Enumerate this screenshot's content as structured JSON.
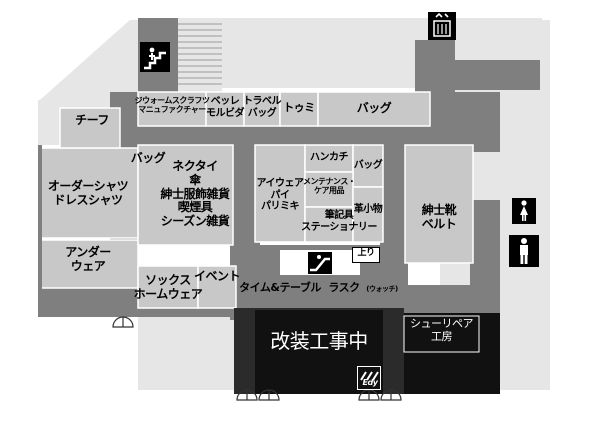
{
  "map": {
    "shops": {
      "chief": "チーフ",
      "order_shirts": "オーダーシャツ\nドレスシャツ",
      "underwear": "アンダー\nウェア",
      "socks": "ソックス\nホームウェア",
      "event": "イベント",
      "jewelry": "ジウォームスクラフツ\nマニュファクチャー",
      "bessel": "ベッレ\nモルビダ",
      "travel": "トラベル\nバッグ",
      "tumi": "トゥミ",
      "bag_top": "バッグ",
      "bag_left": "バッグ",
      "necktie": "ネクタイ\n傘\n紳士服飾雑貨\n喫煙具\nシーズン雑貨",
      "eyewear": "アイウェア\nパイ\nパリミキ",
      "handkerchief": "ハンカチ",
      "bag_small": "バッグ",
      "maintenance": "メンテナンス・\nケア用品",
      "stationery": "筆記具\nステーショナリー",
      "leather": "革小物",
      "shoes_belt": "紳士靴\nベルト",
      "time_table": "タイム&テーブル",
      "lasuku": "ラスク",
      "lasuku_sub": "(ウォッチ)",
      "renovation": "改装工事中",
      "shoe_repair": "シューリペア\n工房",
      "escalator_label": "上り",
      "edy": "Edy"
    },
    "icons": {
      "stairs": "stairs-icon",
      "elevator": "elevator-icon",
      "escalator": "escalator-icon",
      "toilet_female": "female-toilet-icon",
      "toilet_male": "male-toilet-icon",
      "door": "door-icon",
      "edy_logo": "edy-logo-icon"
    },
    "colors": {
      "corridor": "#7f7f7f",
      "shop": "#c8c8c8",
      "outer": "#e6e6e6",
      "dark": "#2b2b2b",
      "black": "#111111"
    }
  }
}
